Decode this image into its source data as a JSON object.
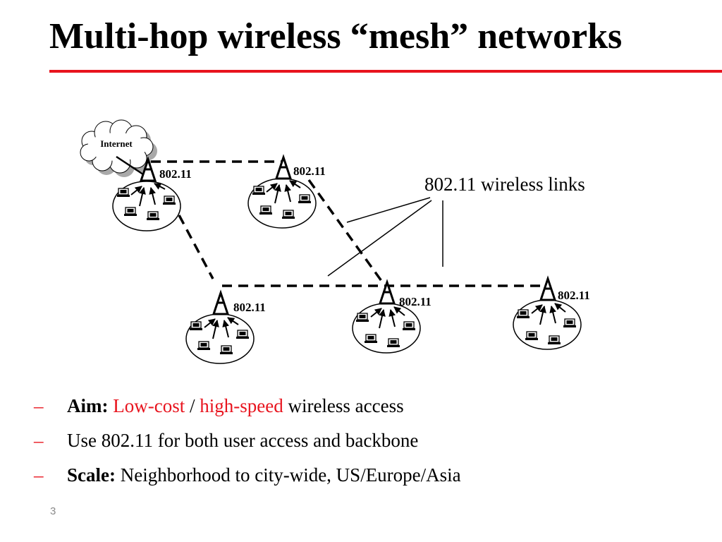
{
  "slide": {
    "title": "Multi-hop wireless “mesh” networks",
    "page_number": "3"
  },
  "diagram": {
    "internet_label": "Internet",
    "links_label": "802.11 wireless links",
    "nodes": [
      {
        "label": "802.11"
      },
      {
        "label": "802.11"
      },
      {
        "label": "802.11"
      },
      {
        "label": "802.11"
      },
      {
        "label": "802.11"
      }
    ]
  },
  "bullets": [
    {
      "marker": "–",
      "bold": "Aim:",
      "red1": "Low-cost",
      "sep": "/",
      "red2": "high-speed",
      "rest": "wireless access"
    },
    {
      "marker": "–",
      "text": "Use 802.11 for both user access and backbone"
    },
    {
      "marker": "–",
      "bold": "Scale:",
      "rest": "Neighborhood to city-wide, US/Europe/Asia"
    }
  ],
  "colors": {
    "accent": "#e8141e",
    "cloud": "#a9a9a9",
    "page_number": "#8a8a8a"
  }
}
